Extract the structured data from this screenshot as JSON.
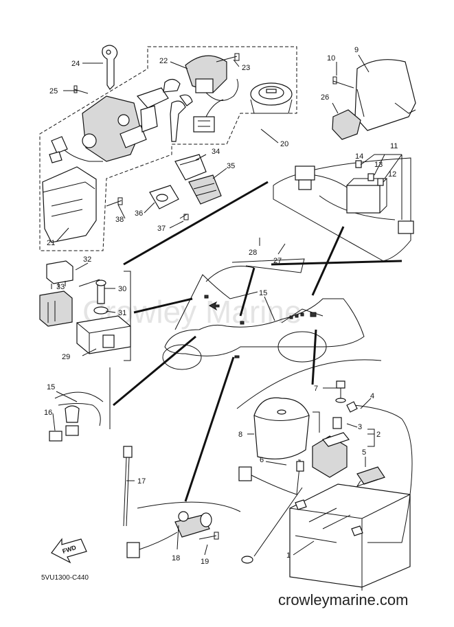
{
  "diagram": {
    "part_labels": {
      "p1": "1",
      "p2": "2",
      "p3": "3",
      "p4": "4",
      "p5": "5",
      "p6": "6",
      "p7": "7",
      "p8": "8",
      "p9": "9",
      "p10": "10",
      "p11": "11",
      "p12": "12",
      "p13": "13",
      "p14": "14",
      "p15a": "15",
      "p15b": "15",
      "p16": "16",
      "p17": "17",
      "p18": "18",
      "p19": "19",
      "p20": "20",
      "p21": "21",
      "p22": "22",
      "p23": "23",
      "p24": "24",
      "p25": "25",
      "p26": "26",
      "p27": "27",
      "p28": "28",
      "p29": "29",
      "p30": "30",
      "p31": "31",
      "p32": "32",
      "p33": "33",
      "p34": "34",
      "p35": "35",
      "p36": "36",
      "p37": "37",
      "p38": "38"
    },
    "fwd_label": "FWD",
    "diagram_code": "5VU1300-C440",
    "watermark": "Crowley Marine",
    "site_footer": "crowleymarine.com"
  }
}
